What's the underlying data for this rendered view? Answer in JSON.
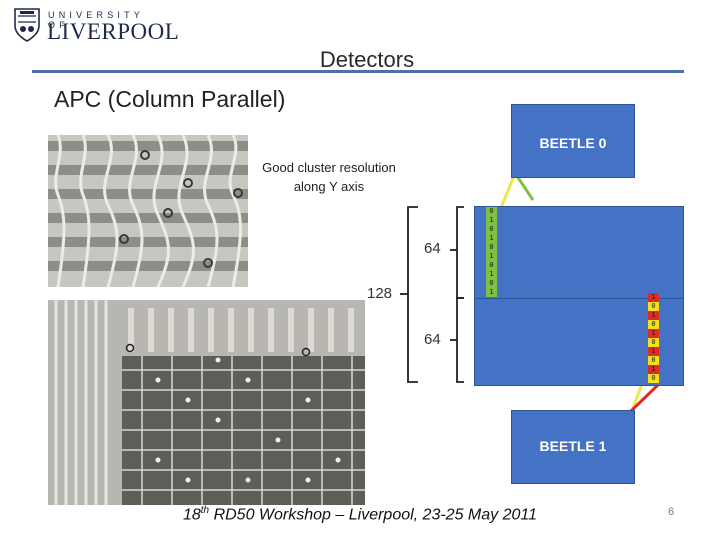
{
  "logo": {
    "university_line": "UNIVERSITY OF",
    "name_line": "LIVERPOOL",
    "crest_icon": "university-crest-icon"
  },
  "slide": {
    "title": "Detectors",
    "subtitle": "APC (Column Parallel)",
    "cluster_note": "Good cluster resolution along Y axis",
    "beetle_top": "BEETLE 0",
    "beetle_bottom": "BEETLE 1",
    "strip_count_total": "128",
    "strip_count_upper": "64",
    "strip_count_lower": "64",
    "bits_left": [
      "0",
      "1",
      "0",
      "1",
      "0",
      "1",
      "0",
      "1",
      "0",
      "1"
    ],
    "bits_right": [
      "1",
      "0",
      "1",
      "0",
      "1",
      "0",
      "1",
      "0",
      "1",
      "0"
    ],
    "footer_prefix": "18",
    "footer_sup": "th",
    "footer_rest": " RD50 Workshop – Liverpool, 23-25 May 2011",
    "page_number": "6"
  },
  "colors": {
    "accent": "#4472c4",
    "rule": "#4f6fa8",
    "bit_green": "#7fc241",
    "bit_red": "#e02a2a",
    "bit_yellow": "#f4e11e",
    "bond_orange": "#e87a2c",
    "wire_yellow": "#e8e84a"
  }
}
